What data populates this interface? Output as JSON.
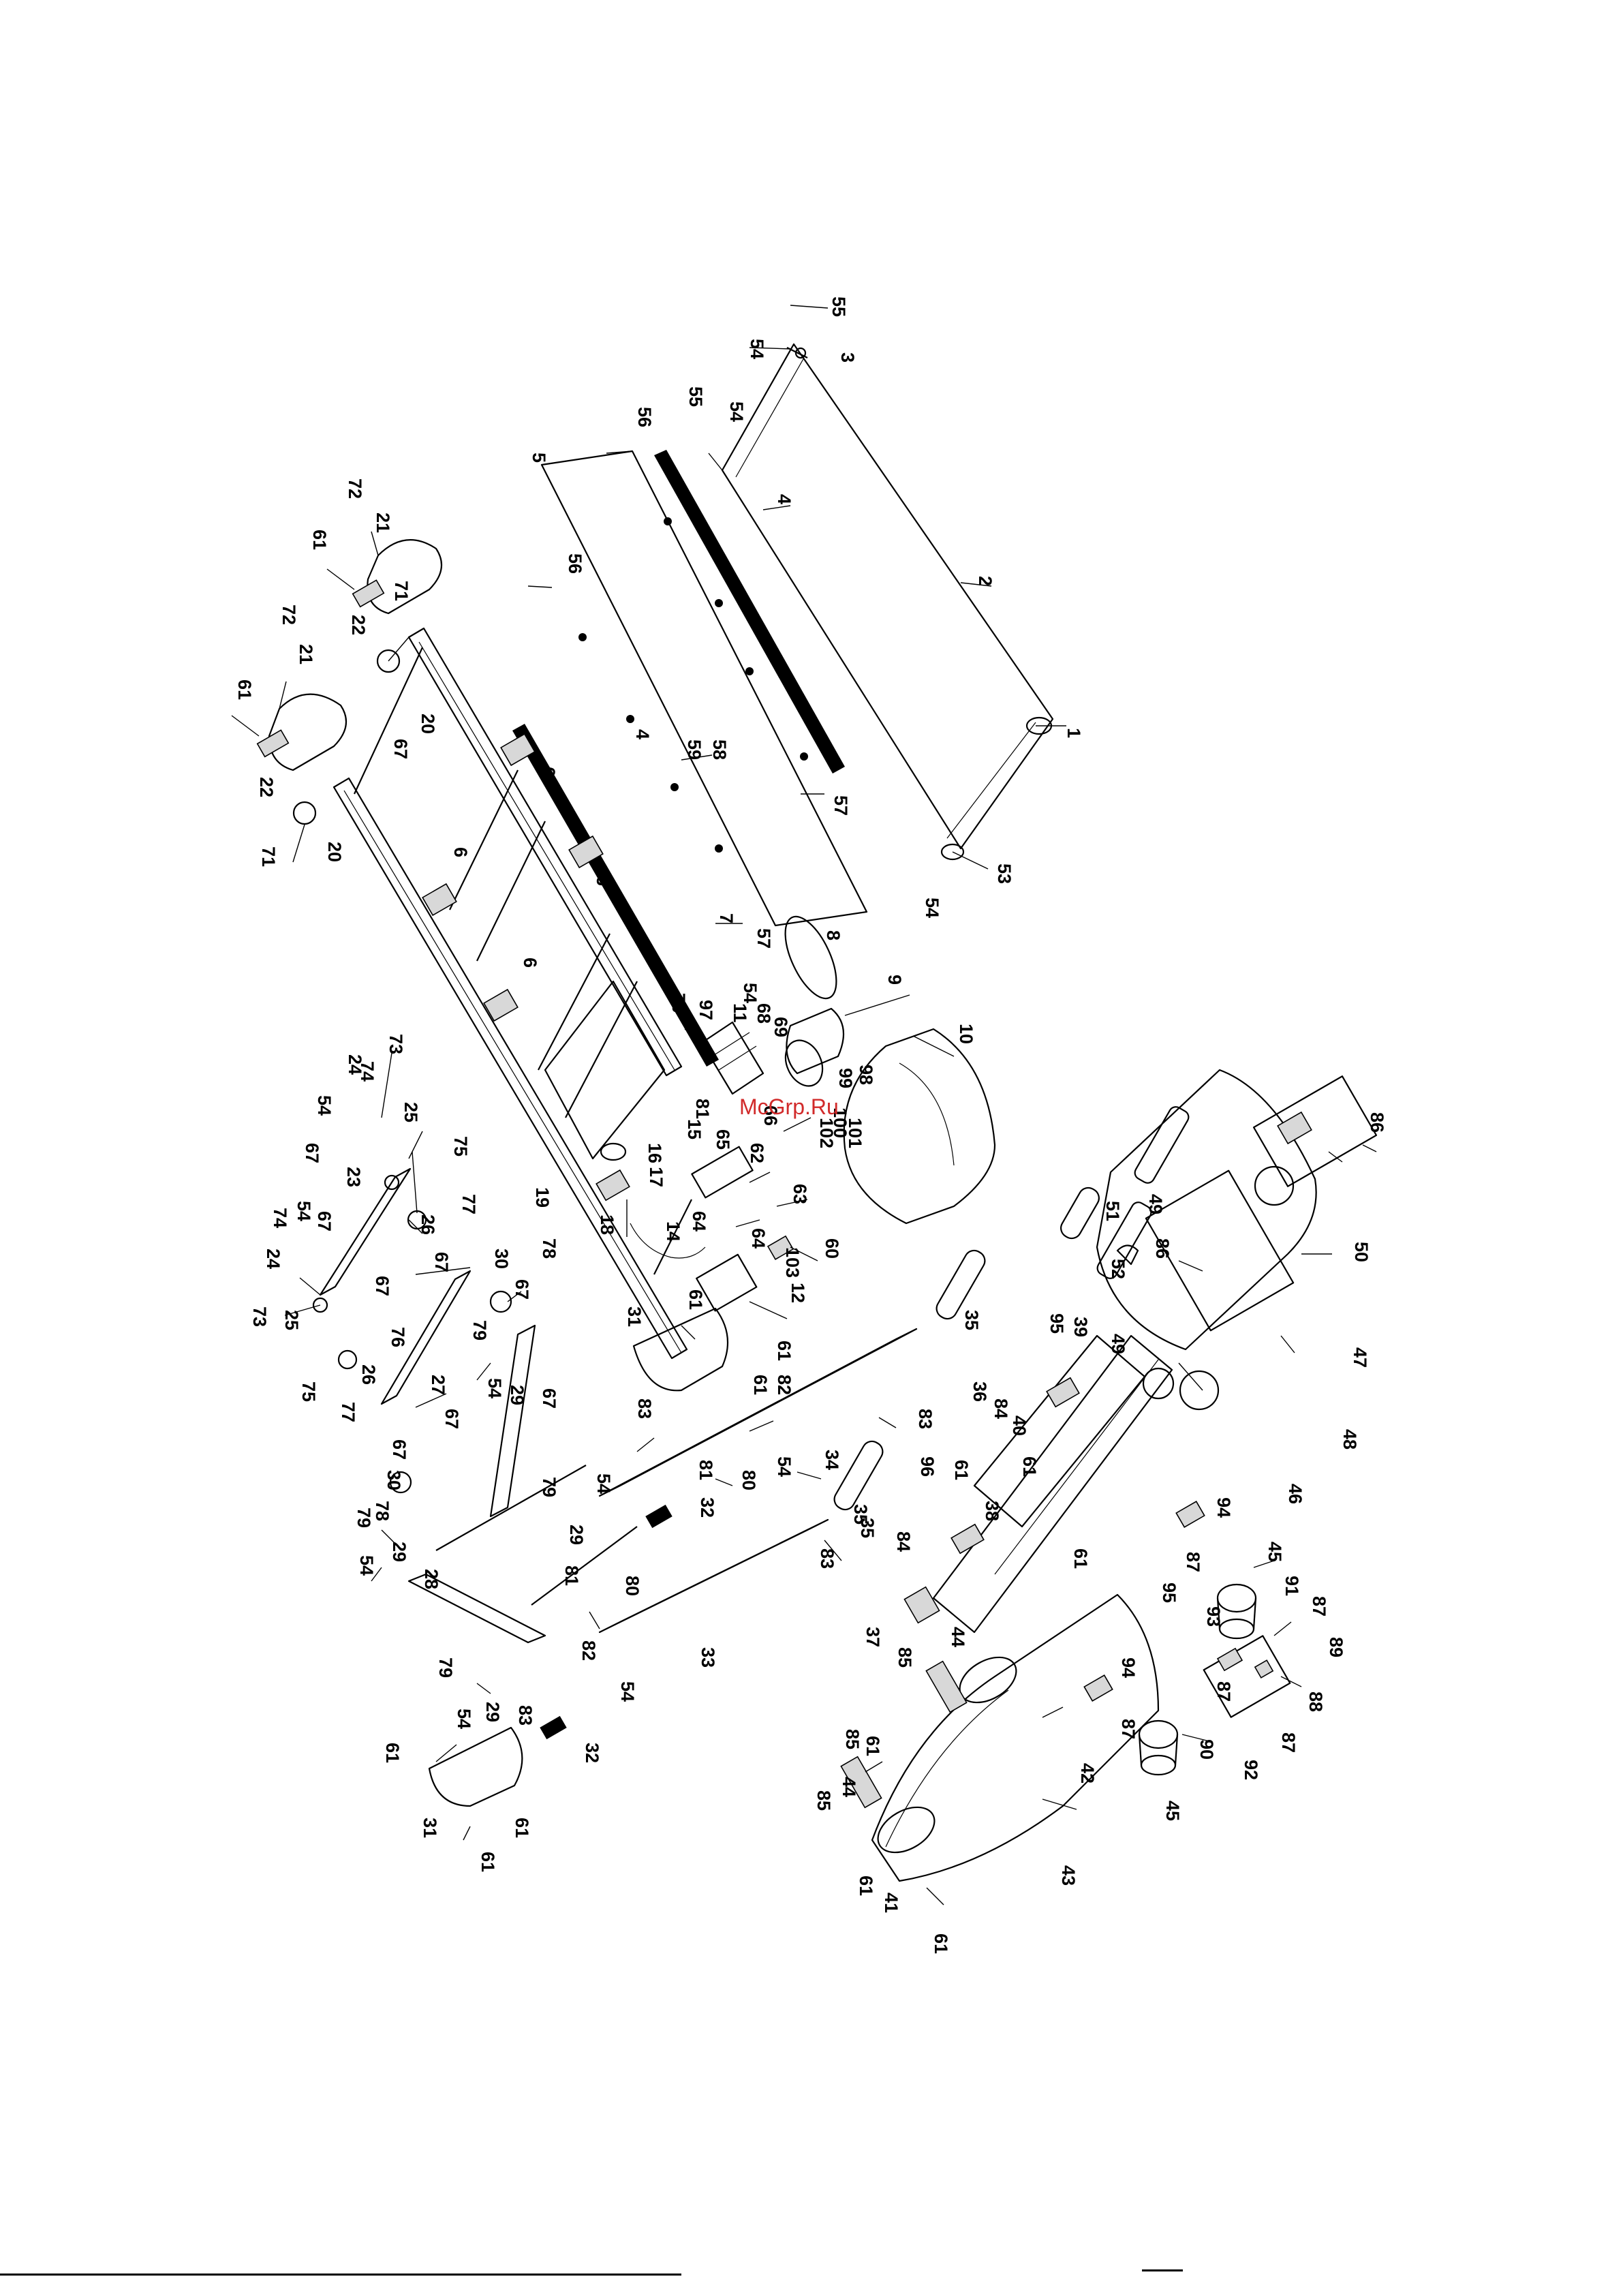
{
  "diagram": {
    "watermark": "McGrp.Ru",
    "part_numbers": [
      {
        "id": "p55a",
        "text": "55"
      },
      {
        "id": "p54a",
        "text": "54"
      },
      {
        "id": "p3",
        "text": "3"
      },
      {
        "id": "p55b",
        "text": "55"
      },
      {
        "id": "p54b",
        "text": "54"
      },
      {
        "id": "p56a",
        "text": "56"
      },
      {
        "id": "p5",
        "text": "5"
      },
      {
        "id": "p4a",
        "text": "4"
      },
      {
        "id": "p2",
        "text": "2"
      },
      {
        "id": "p56b",
        "text": "56"
      },
      {
        "id": "p72a",
        "text": "72"
      },
      {
        "id": "p21a",
        "text": "21"
      },
      {
        "id": "p61a",
        "text": "61"
      },
      {
        "id": "p22a",
        "text": "22"
      },
      {
        "id": "p71a",
        "text": "71"
      },
      {
        "id": "p72b",
        "text": "72"
      },
      {
        "id": "p21b",
        "text": "21"
      },
      {
        "id": "p61b",
        "text": "61"
      },
      {
        "id": "p22b",
        "text": "22"
      },
      {
        "id": "p20a",
        "text": "20"
      },
      {
        "id": "p67a",
        "text": "67"
      },
      {
        "id": "p71b",
        "text": "71"
      },
      {
        "id": "p20b",
        "text": "20"
      },
      {
        "id": "p6a",
        "text": "6"
      },
      {
        "id": "p6b",
        "text": "6"
      },
      {
        "id": "p6c",
        "text": "6"
      },
      {
        "id": "p6d",
        "text": "6"
      },
      {
        "id": "p4b",
        "text": "4"
      },
      {
        "id": "p59",
        "text": "59"
      },
      {
        "id": "p58",
        "text": "58"
      },
      {
        "id": "p1",
        "text": "1"
      },
      {
        "id": "p57a",
        "text": "57"
      },
      {
        "id": "p57b",
        "text": "57"
      },
      {
        "id": "p53",
        "text": "53"
      },
      {
        "id": "p54c",
        "text": "54"
      },
      {
        "id": "p7",
        "text": "7"
      },
      {
        "id": "p8",
        "text": "8"
      },
      {
        "id": "p9",
        "text": "9"
      },
      {
        "id": "p10",
        "text": "10"
      },
      {
        "id": "p70",
        "text": "70"
      },
      {
        "id": "p97",
        "text": "97"
      },
      {
        "id": "p54d",
        "text": "54"
      },
      {
        "id": "p11",
        "text": "11"
      },
      {
        "id": "p68",
        "text": "68"
      },
      {
        "id": "p69",
        "text": "69"
      },
      {
        "id": "p99",
        "text": "99"
      },
      {
        "id": "p98",
        "text": "98"
      },
      {
        "id": "p81a",
        "text": "81"
      },
      {
        "id": "p15",
        "text": "15"
      },
      {
        "id": "p66",
        "text": "66"
      },
      {
        "id": "p65",
        "text": "65"
      },
      {
        "id": "p100",
        "text": "100"
      },
      {
        "id": "p102",
        "text": "102"
      },
      {
        "id": "p101",
        "text": "101"
      },
      {
        "id": "p62",
        "text": "62"
      },
      {
        "id": "p63",
        "text": "63"
      },
      {
        "id": "p16",
        "text": "16"
      },
      {
        "id": "p17",
        "text": "17"
      },
      {
        "id": "p18",
        "text": "18"
      },
      {
        "id": "p19",
        "text": "19"
      },
      {
        "id": "p14",
        "text": "14"
      },
      {
        "id": "p64a",
        "text": "64"
      },
      {
        "id": "p64b",
        "text": "64"
      },
      {
        "id": "p60",
        "text": "60"
      },
      {
        "id": "p103",
        "text": "103"
      },
      {
        "id": "p12",
        "text": "12"
      },
      {
        "id": "p73a",
        "text": "73"
      },
      {
        "id": "p24a",
        "text": "24"
      },
      {
        "id": "p74a",
        "text": "74"
      },
      {
        "id": "p54e",
        "text": "54"
      },
      {
        "id": "p25a",
        "text": "25"
      },
      {
        "id": "p75a",
        "text": "75"
      },
      {
        "id": "p67b",
        "text": "67"
      },
      {
        "id": "p23",
        "text": "23"
      },
      {
        "id": "p77a",
        "text": "77"
      },
      {
        "id": "p26a",
        "text": "26"
      },
      {
        "id": "p74b",
        "text": "74"
      },
      {
        "id": "p54f",
        "text": "54"
      },
      {
        "id": "p67c",
        "text": "67"
      },
      {
        "id": "p67d",
        "text": "67"
      },
      {
        "id": "p24b",
        "text": "24"
      },
      {
        "id": "p78a",
        "text": "78"
      },
      {
        "id": "p30a",
        "text": "30"
      },
      {
        "id": "p67e",
        "text": "67"
      },
      {
        "id": "p73b",
        "text": "73"
      },
      {
        "id": "p25b",
        "text": "25"
      },
      {
        "id": "p67f",
        "text": "67"
      },
      {
        "id": "p76",
        "text": "76"
      },
      {
        "id": "p79a",
        "text": "79"
      },
      {
        "id": "p75b",
        "text": "75"
      },
      {
        "id": "p77b",
        "text": "77"
      },
      {
        "id": "p26b",
        "text": "26"
      },
      {
        "id": "p27",
        "text": "27"
      },
      {
        "id": "p54g",
        "text": "54"
      },
      {
        "id": "p29a",
        "text": "29"
      },
      {
        "id": "p67g",
        "text": "67"
      },
      {
        "id": "p67h",
        "text": "67"
      },
      {
        "id": "p67i",
        "text": "67"
      },
      {
        "id": "p30b",
        "text": "30"
      },
      {
        "id": "p78b",
        "text": "78"
      },
      {
        "id": "p31a",
        "text": "31"
      },
      {
        "id": "p61c",
        "text": "61"
      },
      {
        "id": "p61d",
        "text": "61"
      },
      {
        "id": "p61e",
        "text": "61"
      },
      {
        "id": "p83a",
        "text": "83"
      },
      {
        "id": "p82a",
        "text": "82"
      },
      {
        "id": "p83b",
        "text": "83"
      },
      {
        "id": "p81b",
        "text": "81"
      },
      {
        "id": "p80a",
        "text": "80"
      },
      {
        "id": "p54h",
        "text": "54"
      },
      {
        "id": "p34",
        "text": "34"
      },
      {
        "id": "p35a",
        "text": "35"
      },
      {
        "id": "p79b",
        "text": "79"
      },
      {
        "id": "p54i",
        "text": "54"
      },
      {
        "id": "p29b",
        "text": "29"
      },
      {
        "id": "p54j",
        "text": "54"
      },
      {
        "id": "p79c",
        "text": "79"
      },
      {
        "id": "p29c",
        "text": "29"
      },
      {
        "id": "p28",
        "text": "28"
      },
      {
        "id": "p32a",
        "text": "32"
      },
      {
        "id": "p35b",
        "text": "35"
      },
      {
        "id": "p83c",
        "text": "83"
      },
      {
        "id": "p81c",
        "text": "81"
      },
      {
        "id": "p80b",
        "text": "80"
      },
      {
        "id": "p82b",
        "text": "82"
      },
      {
        "id": "p54k",
        "text": "54"
      },
      {
        "id": "p33",
        "text": "33"
      },
      {
        "id": "p79d",
        "text": "79"
      },
      {
        "id": "p54l",
        "text": "54"
      },
      {
        "id": "p29d",
        "text": "29"
      },
      {
        "id": "p83d",
        "text": "83"
      },
      {
        "id": "p32b",
        "text": "32"
      },
      {
        "id": "p61f",
        "text": "61"
      },
      {
        "id": "p31b",
        "text": "31"
      },
      {
        "id": "p61g",
        "text": "61"
      },
      {
        "id": "p61h",
        "text": "61"
      },
      {
        "id": "p35c",
        "text": "35"
      },
      {
        "id": "p51",
        "text": "51"
      },
      {
        "id": "p49a",
        "text": "49"
      },
      {
        "id": "p86a",
        "text": "86"
      },
      {
        "id": "p52",
        "text": "52"
      },
      {
        "id": "p49b",
        "text": "49"
      },
      {
        "id": "p86b",
        "text": "86"
      },
      {
        "id": "p50",
        "text": "50"
      },
      {
        "id": "p47",
        "text": "47"
      },
      {
        "id": "p48",
        "text": "48"
      },
      {
        "id": "p46",
        "text": "46"
      },
      {
        "id": "p95a",
        "text": "95"
      },
      {
        "id": "p39",
        "text": "39"
      },
      {
        "id": "p36",
        "text": "36"
      },
      {
        "id": "p84a",
        "text": "84"
      },
      {
        "id": "p40",
        "text": "40"
      },
      {
        "id": "p61i",
        "text": "61"
      },
      {
        "id": "p96",
        "text": "96"
      },
      {
        "id": "p61j",
        "text": "61"
      },
      {
        "id": "p38",
        "text": "38"
      },
      {
        "id": "p61k",
        "text": "61"
      },
      {
        "id": "p94a",
        "text": "94"
      },
      {
        "id": "p87a",
        "text": "87"
      },
      {
        "id": "p45a",
        "text": "45"
      },
      {
        "id": "p91",
        "text": "91"
      },
      {
        "id": "p87b",
        "text": "87"
      },
      {
        "id": "p93",
        "text": "93"
      },
      {
        "id": "p89",
        "text": "89"
      },
      {
        "id": "p95b",
        "text": "95"
      },
      {
        "id": "p37",
        "text": "37"
      },
      {
        "id": "p44a",
        "text": "44"
      },
      {
        "id": "p84b",
        "text": "84"
      },
      {
        "id": "p94b",
        "text": "94"
      },
      {
        "id": "p87c",
        "text": "87"
      },
      {
        "id": "p88",
        "text": "88"
      },
      {
        "id": "p87d",
        "text": "87"
      },
      {
        "id": "p90",
        "text": "90"
      },
      {
        "id": "p92",
        "text": "92"
      },
      {
        "id": "p87e",
        "text": "87"
      },
      {
        "id": "p85a",
        "text": "85"
      },
      {
        "id": "p42",
        "text": "42"
      },
      {
        "id": "p85b",
        "text": "85"
      },
      {
        "id": "p61l",
        "text": "61"
      },
      {
        "id": "p44b",
        "text": "44"
      },
      {
        "id": "p85c",
        "text": "85"
      },
      {
        "id": "p45b",
        "text": "45"
      },
      {
        "id": "p43",
        "text": "43"
      },
      {
        "id": "p61m",
        "text": "61"
      },
      {
        "id": "p41",
        "text": "41"
      },
      {
        "id": "p61n",
        "text": "61"
      }
    ]
  }
}
